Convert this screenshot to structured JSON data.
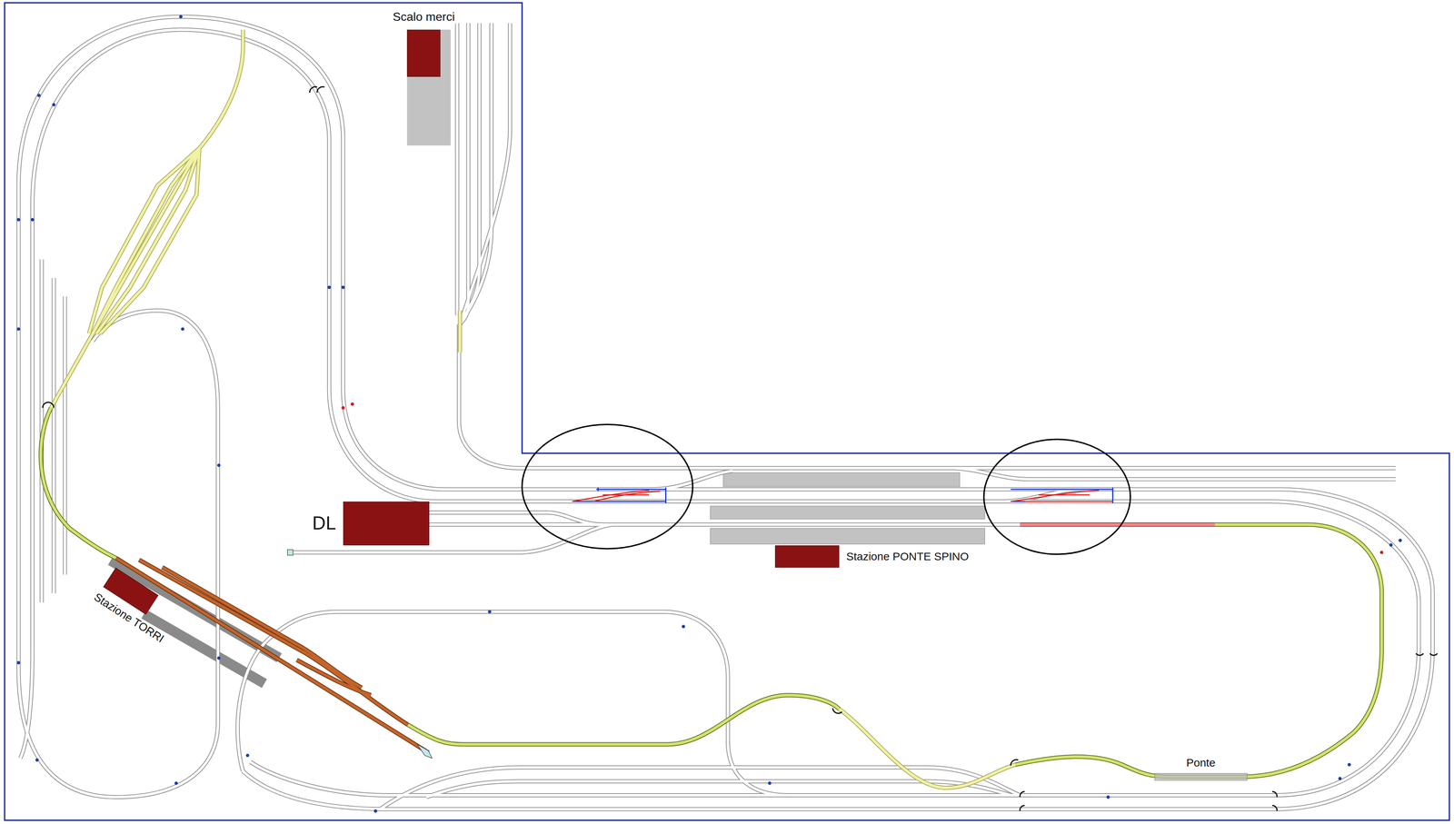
{
  "diagram": {
    "nodes": [
      {
        "text": [
          "Scalo merci"
        ]
      },
      {
        "text": [
          "DL"
        ]
      },
      {
        "text": [
          "Stazione PONTE SPINO"
        ]
      },
      {
        "text": [
          "Stazione TORRI"
        ]
      },
      {
        "text": [
          "Ponte"
        ]
      }
    ]
  }
}
